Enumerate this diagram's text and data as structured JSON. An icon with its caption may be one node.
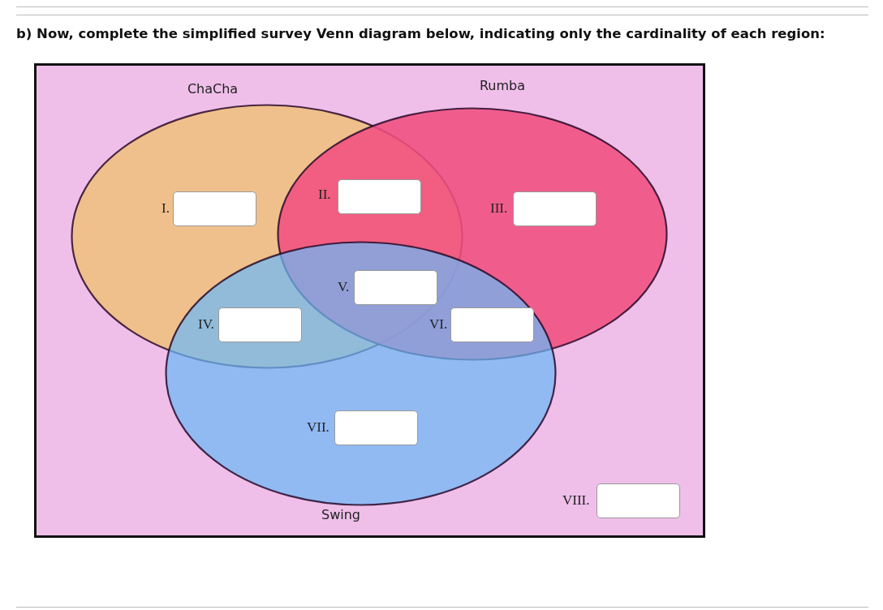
{
  "diagram": {
    "title": "b) Now, complete the simplified survey Venn diagram below, indicating only the cardinality of each region:",
    "nodes": [
      {
        "text": [],
        "shape": "box"
      },
      {
        "text": [
          "ChaCha"
        ],
        "in": 0
      },
      {
        "text": [
          "Rumba"
        ],
        "in": 0
      },
      {
        "text": [
          "Swing"
        ],
        "in": 0
      }
    ],
    "labels": [
      "I.",
      "II.",
      "III.",
      "V.",
      "IV.",
      "VI.",
      "VII.",
      "VIII."
    ]
  }
}
